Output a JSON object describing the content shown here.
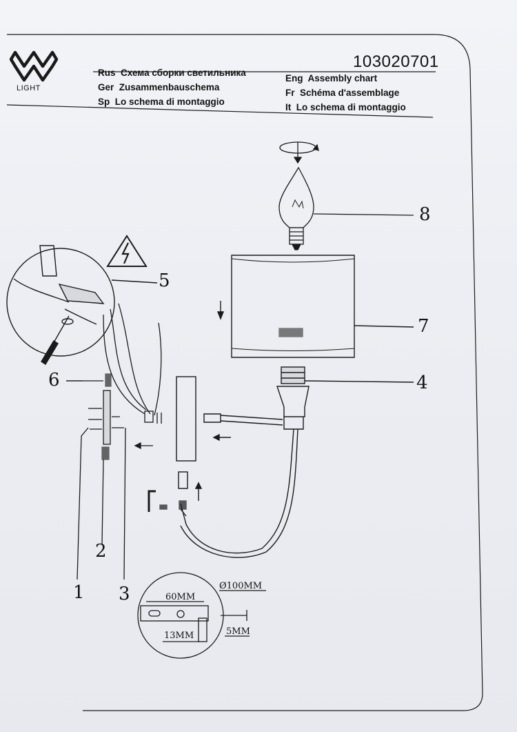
{
  "brand": {
    "name": "LIGHT"
  },
  "document_code": "103020701",
  "headings": {
    "left": [
      {
        "lang": "Rus",
        "text": "Схема сборки светильника"
      },
      {
        "lang": "Ger",
        "text": "Zusammenbauschema"
      },
      {
        "lang": "Sp",
        "text": "Lo schema di montaggio"
      }
    ],
    "right": [
      {
        "lang": "Eng",
        "text": "Assembly chart"
      },
      {
        "lang": "Fr",
        "text": "Schéma d'assemblage"
      },
      {
        "lang": "It",
        "text": "Lo schema di montaggio"
      }
    ]
  },
  "part_labels": {
    "p1": "1",
    "p2": "2",
    "p3": "3",
    "p4": "4",
    "p5": "5",
    "p6": "6",
    "p7": "7",
    "p8": "8"
  },
  "dimensions": {
    "diameter": "Ø100MM",
    "hole_spacing": "60MM",
    "depth": "13MM",
    "thickness": "5MM"
  },
  "colors": {
    "ink": "#1a1a1a",
    "paper": "#eceef3"
  },
  "icons": [
    "logo-mark-icon",
    "high-voltage-warning-icon",
    "rotate-arrow-icon",
    "screwdriver-icon",
    "hex-key-icon"
  ]
}
